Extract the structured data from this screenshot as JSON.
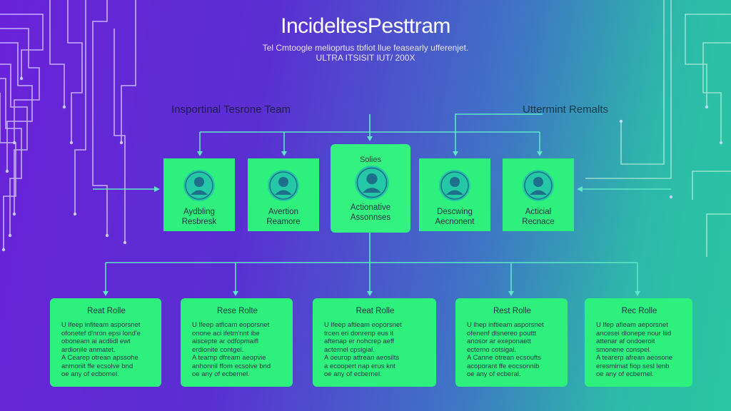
{
  "header": {
    "title": "IncideltesPesttram",
    "subtitle1": "Tel Cmtoogle melioprtus tbfiot llue feasearly ufferenjet.",
    "subtitle2": "ULTRA ITSISIT IUT/ 200X"
  },
  "sections": {
    "left_label": "Insportinal Tesrone Team",
    "right_label": "Uttermint Remalts"
  },
  "roles": [
    {
      "name_line1": "Aydbling",
      "name_line2": "Resbresk",
      "tag": "",
      "icon": "user-icon"
    },
    {
      "name_line1": "Avertion",
      "name_line2": "Reamore",
      "tag": "",
      "icon": "user-icon"
    },
    {
      "name_line1": "Actionative",
      "name_line2": "Assonnses",
      "tag": "Solies",
      "icon": "user-icon"
    },
    {
      "name_line1": "Descwing",
      "name_line2": "Aecnonent",
      "tag": "",
      "icon": "user-icon"
    },
    {
      "name_line1": "Acticial",
      "name_line2": "Recnace",
      "tag": "",
      "icon": "user-icon"
    }
  ],
  "details": [
    {
      "title": "Reat Rolle",
      "lines": [
        "U lfeep infiteam asporsnet",
        "ofonetef d'nron epsi lond'e",
        "oboneam ai acdlidl ewt",
        "ardionile anmatet.",
        "A Cearep otrean apssohe",
        "anmoriit ffe ecsolve bnd",
        "oe any of ecbornel."
      ]
    },
    {
      "title": "Rese Rolte",
      "lines": [
        "U lfeep atficam eoporsnet",
        "onone aci ifetm'nnt ibe",
        "aiscepte ar odfopmaifl",
        "erdionite contgel.",
        "A tearnp dfream aeopvie",
        "anhonnil ffom ecsolve bnd",
        "oe any of ecbernel."
      ]
    },
    {
      "title": "Reat Rolle",
      "lines": [
        "U lfeep aftieam eoporsnet",
        "trcen eri donrenp eus it",
        "aftenap er nohcrep aeff",
        "acternel cpsigial.",
        "A oeurop attrean aeosilts",
        "a ecoopert nap erus knt",
        "oe any of ecbernel."
      ]
    },
    {
      "title": "Rest Rolle",
      "lines": [
        "U lhep inftieam asporsnet",
        "ofenenf dlsnereo pouttt",
        "anosor ar exeponaett",
        "ecterno cotsigal.",
        "A Canne otrean ecsoufts",
        "acoporant ffe eocsonnib",
        "oe any of ecberal."
      ]
    },
    {
      "title": "Rec Rolle",
      "lines": [
        "U lfep afieam aeporsnet",
        "ancesei dlonepe nour liid",
        "attenar af ondoeroit",
        "smonene conspel.",
        "A tearerp afrean aeosone",
        "eresmimat fiop sesl lenb",
        "oe any of ecbernel."
      ]
    }
  ],
  "colors": {
    "card_green": "#2ef07d",
    "connector": "#5ee6c8",
    "background_start": "#6a22d8",
    "background_end": "#29c7a1"
  }
}
